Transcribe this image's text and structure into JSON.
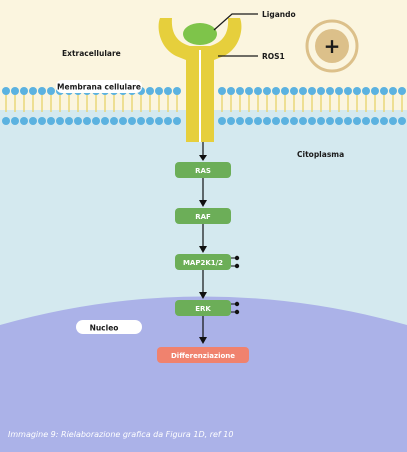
{
  "labels": {
    "ligand": "Ligando",
    "receptor": "ROS1",
    "extracellular": "Extracellulare",
    "membrane": "Membrana cellulare",
    "cytoplasm": "Citoplasma",
    "nucleus": "Nucleo",
    "plus_symbol": "+"
  },
  "pathway": [
    {
      "label": "RAS",
      "phosphorylated": false
    },
    {
      "label": "RAF",
      "phosphorylated": false
    },
    {
      "label": "MAP2K1/2",
      "phosphorylated": true
    },
    {
      "label": "ERK",
      "phosphorylated": true
    }
  ],
  "outcome": {
    "label": "Differenziazione"
  },
  "caption": "Immagine 9: Rielaborazione grafica da Figura 1D, ref 10",
  "colors": {
    "extracellular_bg": "#fbf5df",
    "cytoplasm_bg": "#d4e9ef",
    "nucleus_bg": "#abb2e8",
    "membrane_head": "#5bb2e0",
    "membrane_tail": "#e8d36a",
    "receptor": "#e6cf3c",
    "ligand": "#7ec44a",
    "pathway_box": "#6cae58",
    "outcome_box": "#f0826e",
    "plus_circle": "#dcc08a"
  }
}
